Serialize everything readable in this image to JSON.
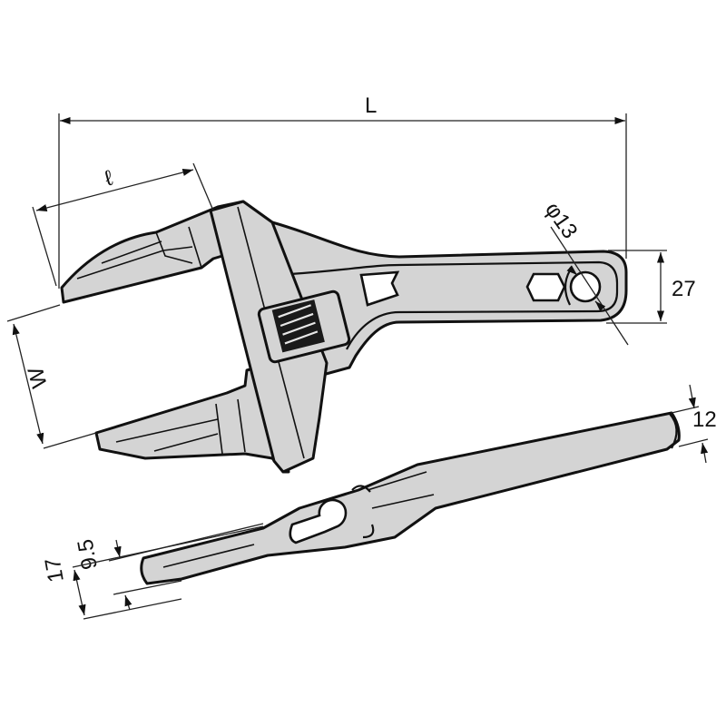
{
  "diagram": {
    "subject": "Adjustable wrench dimension drawing",
    "colors": {
      "fill": "#d4d4d4",
      "line": "#111111",
      "background": "#ffffff"
    },
    "views": [
      {
        "name": "top-view"
      },
      {
        "name": "side-view"
      }
    ],
    "dimensions": {
      "overall_length": "L",
      "jaw_depth": "ℓ",
      "jaw_opening": "W",
      "hole_diameter": "φ13",
      "handle_width": "27",
      "handle_thickness": "12",
      "jaw_thickness": "9.5",
      "head_thickness": "17"
    }
  }
}
